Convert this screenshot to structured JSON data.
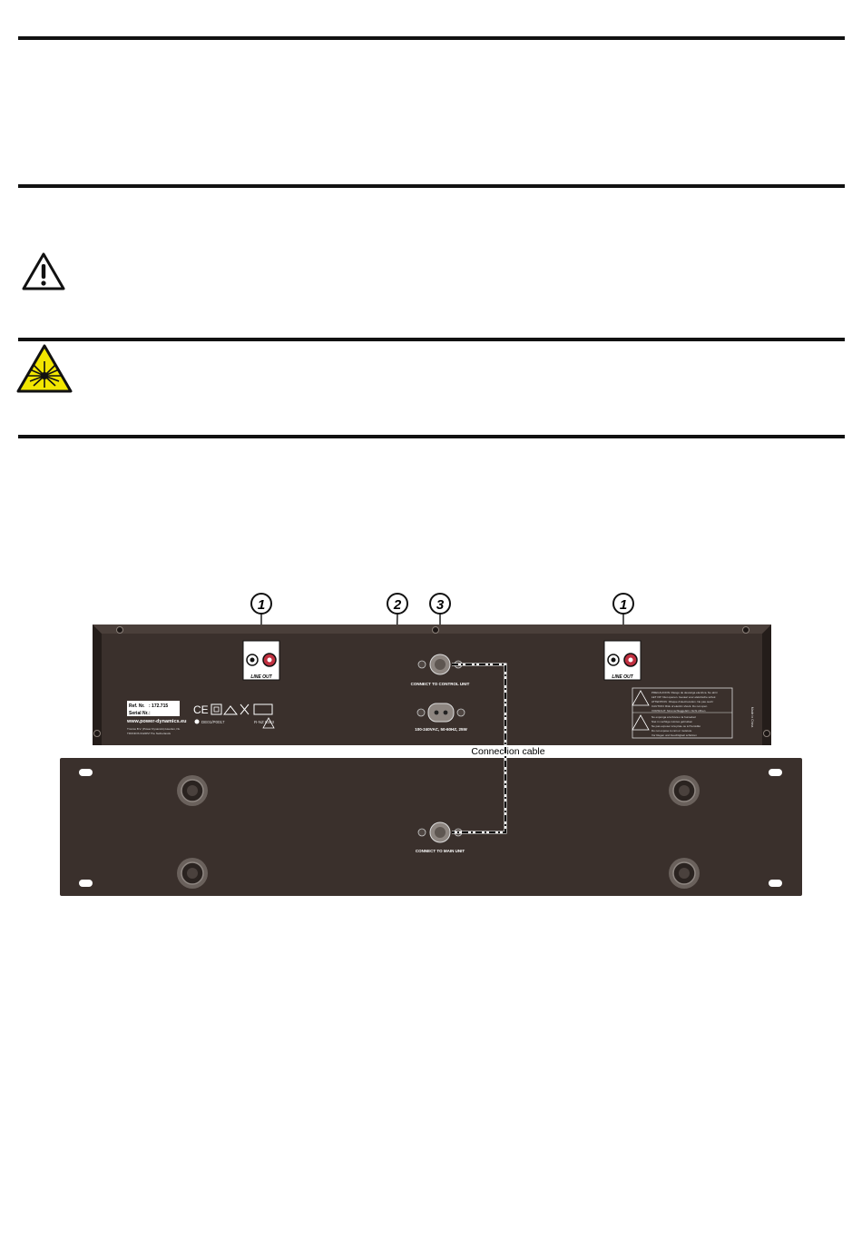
{
  "figure": {
    "callouts": [
      "1",
      "2",
      "3",
      "1"
    ],
    "main_unit": {
      "line_out_left": "LINE OUT",
      "line_out_right": "LINE OUT",
      "connect_control": "CONNECT TO CONTROL UNIT",
      "power_spec": "100-240VAC, 50-60HZ, 25W",
      "ref_label": "Ref. Nr.",
      "ref_value": ": 172.715",
      "serial_label": "Serial Nr.",
      "serial_value": ":",
      "website": "www.power-dynamics.eu",
      "importer_line1": "Tronios B.V. (Power Dynamics) Heerlen, NL",
      "importer_line2": "TRONIOS 6422PZ The Netherlands",
      "ce_mark": "CE",
      "cert_code": "DE01/P0017",
      "nz_code": "R-NZ 6363",
      "made_in": "Made in China",
      "warning_lines": [
        "PRECAUCION: Riesgo de descarga electrica. No abrir",
        "LET OP: Niet openen. Gevaar voor elektrische schok",
        "ATTENTION : Risque d'electrocution. Ne pas ouvrir",
        "CAUTION: Risk of electric shock. Do not open",
        "VORSICHT: Stromschlaggefahr. Nicht öffnen",
        "No exponga a la lluvia o la humedad",
        "Niet in vochtige ruimtes gebruiken",
        "Ne pas exposer à la pluie ou à l'humidité",
        "Do not expose to rain or moisture",
        "Vor Regen und Feuchtigkeit schützen"
      ]
    },
    "cable_label": "Connection cable",
    "control_unit": {
      "connect_main": "CONNECT TO MAIN UNIT"
    }
  }
}
